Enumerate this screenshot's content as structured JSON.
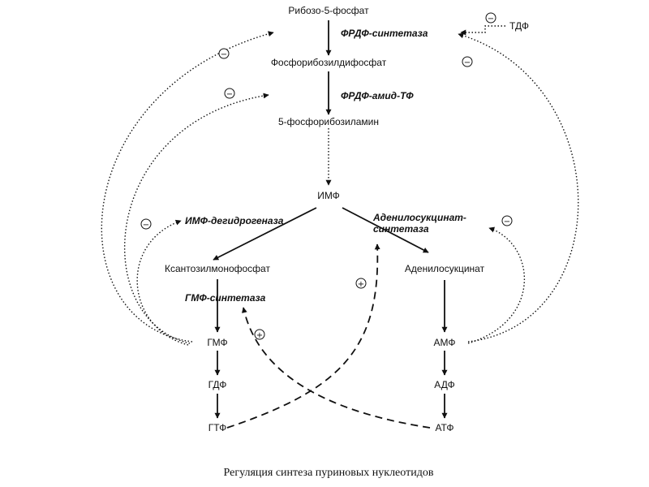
{
  "nodes": {
    "ribose5p": "Рибозо-5-фосфат",
    "prpp": "Фосфорибозилдифосфат",
    "pra": "5-фосфорибозиламин",
    "imp": "ИМФ",
    "xmp": "Ксантозилмонофосфат",
    "adenylosuccinate": "Аденилосукцинат",
    "gmp": "ГМФ",
    "gdp": "ГДФ",
    "gtp": "ГТФ",
    "amp": "АМФ",
    "adp": "АДФ",
    "atp": "АТФ",
    "tdp": "ТДФ"
  },
  "enzymes": {
    "prpp_synthetase": "ФРДФ-синтетаза",
    "prpp_amidotransferase": "ФРДФ-амид-ТФ",
    "imp_dehydrogenase": "ИМФ-дегидрогеназа",
    "adenylosuccinate_synthetase_line1": "Аденилосукцинат-",
    "adenylosuccinate_synthetase_line2": "синтетаза",
    "gmp_synthetase": "ГМФ-синтетаза"
  },
  "signs": {
    "minus": "−",
    "plus": "+"
  },
  "caption": "Регуляция синтеза пуриновых нуклеотидов"
}
